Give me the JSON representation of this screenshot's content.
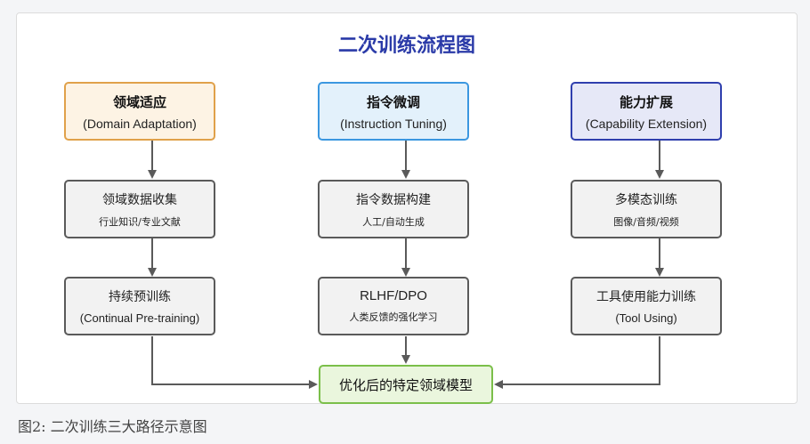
{
  "title": "二次训练流程图",
  "columns": [
    {
      "header_cn": "领域适应",
      "header_en": "(Domain Adaptation)",
      "header_border": "#e0a14a",
      "header_bg": "#fdf3e4",
      "step1_title": "领域数据收集",
      "step1_sub": "行业知识/专业文献",
      "step2_title": "持续预训练",
      "step2_sub": "(Continual Pre-training)"
    },
    {
      "header_cn": "指令微调",
      "header_en": "(Instruction Tuning)",
      "header_border": "#3b97e0",
      "header_bg": "#e3f1fb",
      "step1_title": "指令数据构建",
      "step1_sub": "人工/自动生成",
      "step2_title": "RLHF/DPO",
      "step2_sub": "人类反馈的强化学习"
    },
    {
      "header_cn": "能力扩展",
      "header_en": "(Capability Extension)",
      "header_border": "#2f3fae",
      "header_bg": "#e6e8f7",
      "step1_title": "多模态训练",
      "step1_sub": "图像/音频/视频",
      "step2_title": "工具使用能力训练",
      "step2_sub": "(Tool Using)"
    }
  ],
  "final_label": "优化后的特定领域模型",
  "caption": "图2: 二次训练三大路径示意图",
  "colors": {
    "title": "#2a3aa8",
    "arrow": "#5a5a5a",
    "step_border": "#5a5a5a",
    "final_border": "#7bbf4a",
    "final_bg": "#eaf6dd"
  }
}
